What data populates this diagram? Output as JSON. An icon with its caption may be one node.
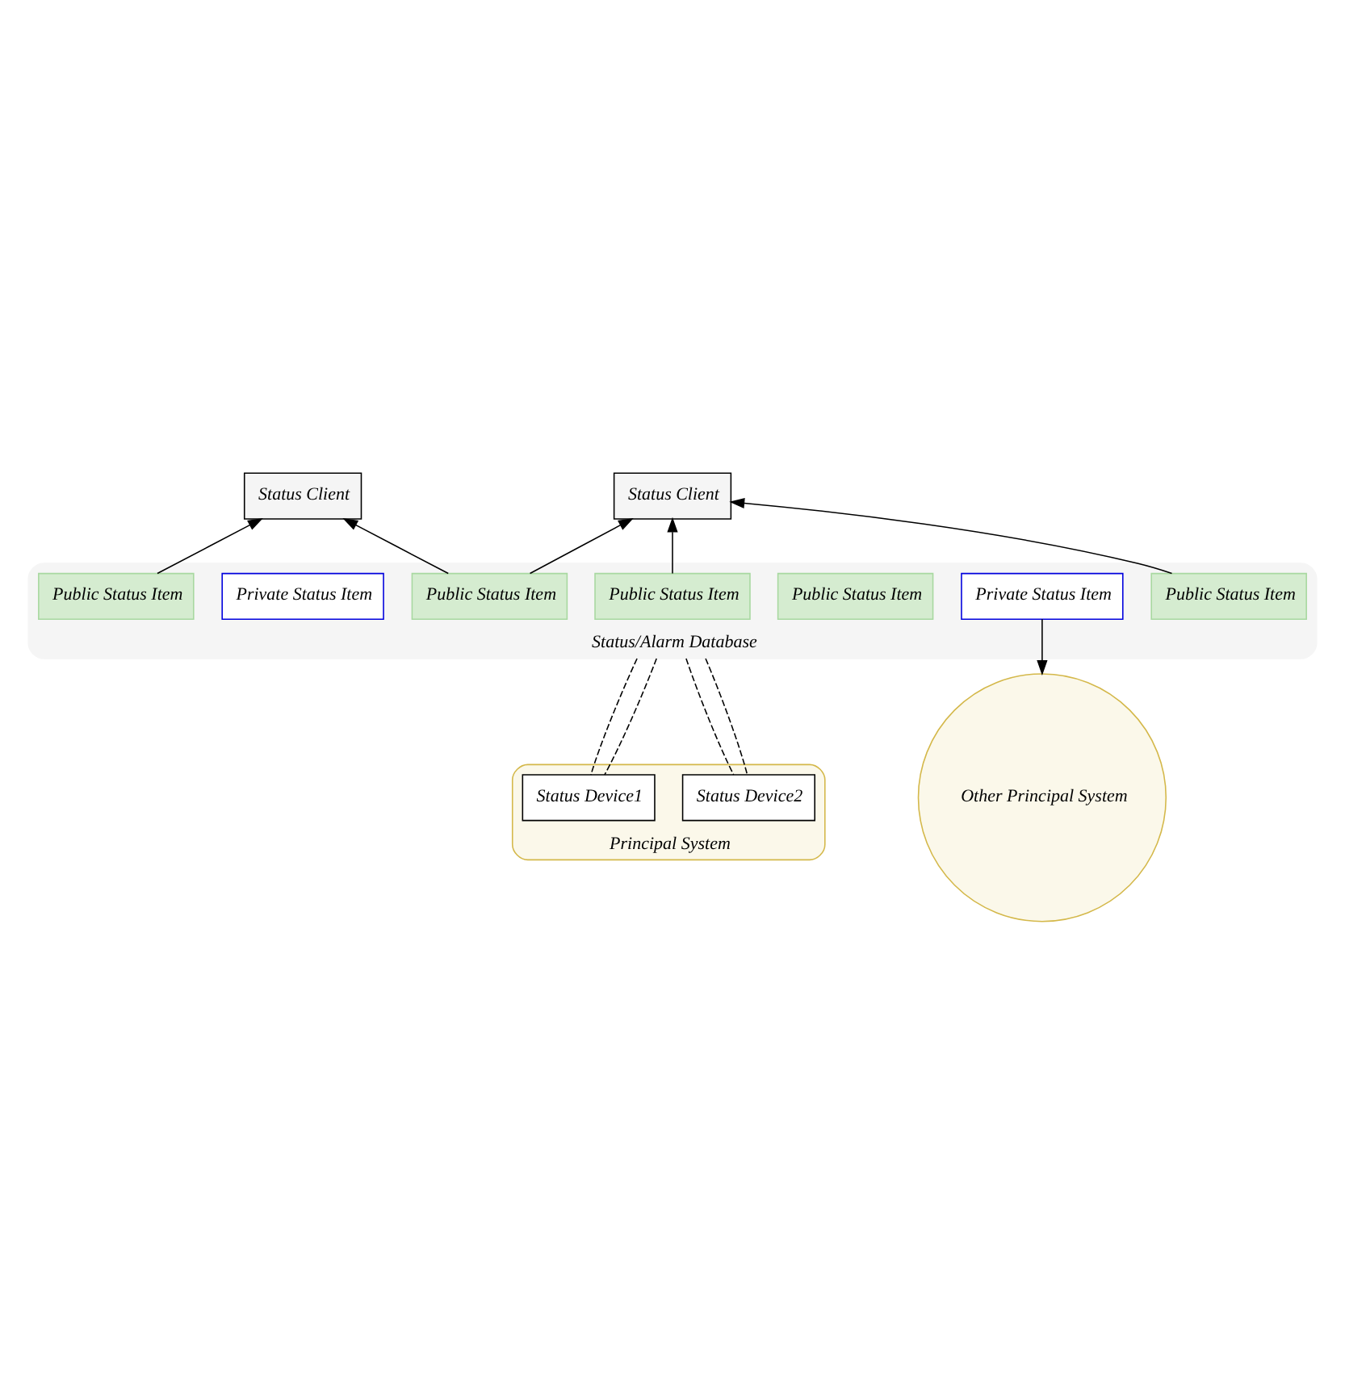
{
  "diagram": {
    "nodes": [
      {
        "text": [
          "Status Client"
        ]
      },
      {
        "text": [
          "Status Client"
        ]
      },
      {
        "text": [
          "Status/Alarm Database"
        ]
      },
      {
        "text": [
          "Public Status Item"
        ],
        "in": 2
      },
      {
        "text": [
          "Public Status Item"
        ],
        "in": 2
      },
      {
        "text": [
          "Public Status Item"
        ],
        "in": 2
      },
      {
        "text": [
          "Public Status Item"
        ],
        "in": 2
      },
      {
        "text": [
          "Public Status Item"
        ],
        "in": 2
      },
      {
        "text": [
          "Private Status Item"
        ],
        "in": 2
      },
      {
        "text": [
          "Private Status Item"
        ],
        "in": 2
      },
      {
        "text": [
          "Other Principal System"
        ]
      },
      {
        "text": [
          "Principal System"
        ]
      },
      {
        "text": [
          "Status Device2"
        ],
        "in": 11
      },
      {
        "text": [
          "Status Device1"
        ],
        "in": 11
      }
    ],
    "edges": [
      {
        "from": 7,
        "to": 0,
        "arrow": "to"
      },
      {
        "from": 6,
        "to": 0,
        "arrow": "to"
      },
      {
        "from": 3,
        "to": 1,
        "arrow": "to"
      },
      {
        "from": 4,
        "to": 1,
        "arrow": "to"
      },
      {
        "from": 6,
        "to": 1,
        "arrow": "to"
      },
      {
        "from": 9,
        "to": 10,
        "arrow": "to"
      },
      {
        "from": 2,
        "to": 12,
        "arrow": "none",
        "style": "dashed"
      },
      {
        "from": 2,
        "to": 12,
        "arrow": "none",
        "style": "dashed"
      },
      {
        "from": 2,
        "to": 13,
        "arrow": "none",
        "style": "dashed"
      },
      {
        "from": 2,
        "to": 13,
        "arrow": "none",
        "style": "dashed"
      }
    ]
  }
}
